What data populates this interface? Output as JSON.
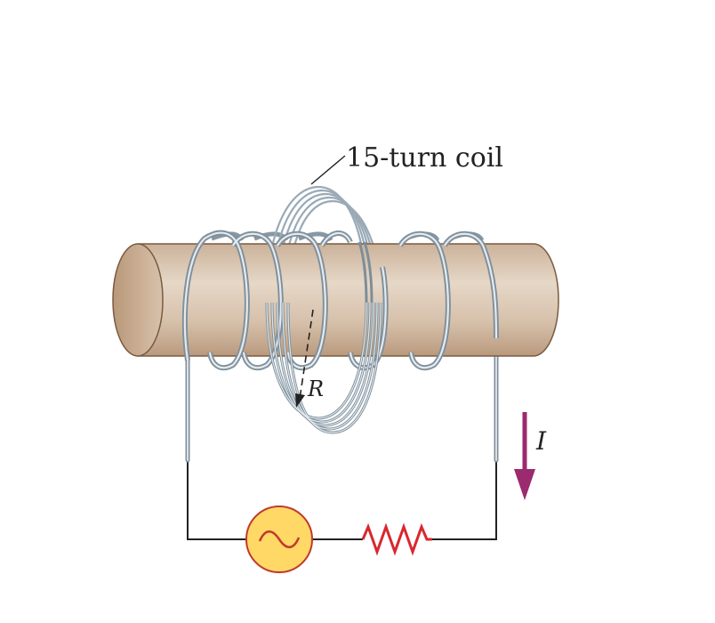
{
  "labels": {
    "coil": "15-turn coil",
    "radius": "R",
    "current": "I"
  },
  "colors": {
    "cylinder_body": "#d8c4b0",
    "cylinder_edge": "#7a5a40",
    "cylinder_end": "#c9ad92",
    "wire": "#a9b7c2",
    "wire_dark": "#6f8090",
    "circuit_line": "#222222",
    "source_fill": "#ffd866",
    "source_stroke": "#c0392b",
    "resistor": "#d9272e",
    "current_arrow": "#9b2a6e"
  },
  "icons": {
    "source": "ac-source-icon",
    "resistor": "resistor-icon",
    "current_arrow": "current-arrow-icon"
  }
}
